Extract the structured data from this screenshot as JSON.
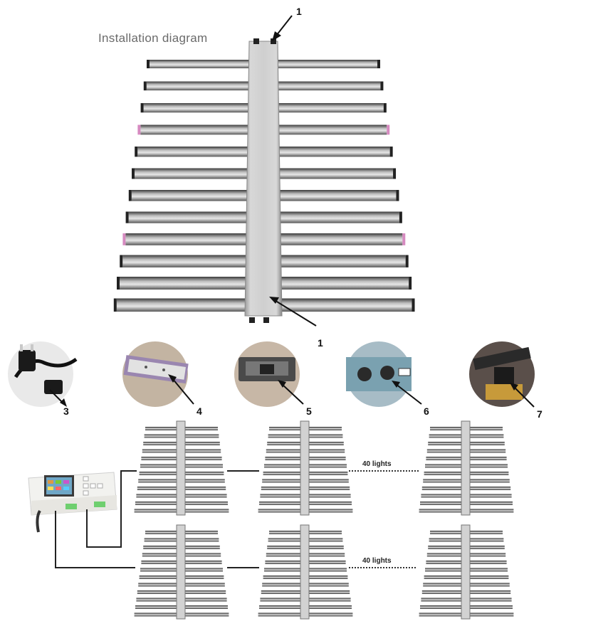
{
  "title": "Installation diagram",
  "labels": {
    "n1_top": "1",
    "n1_bottom": "1",
    "n3": "3",
    "n4": "4",
    "n5": "5",
    "n6": "6",
    "n7": "7"
  },
  "connections": {
    "row1_count": "40 lights",
    "row2_count": "40 lights"
  },
  "colors": {
    "rail": "#c9c9c9",
    "bar": "#a9a9a9",
    "bar_dark": "#4a4a4a",
    "pink_cap": "#d68ac0",
    "wire": "#222222"
  }
}
